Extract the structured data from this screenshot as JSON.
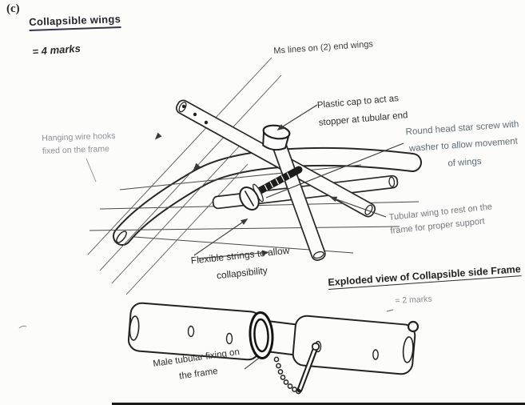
{
  "page": {
    "section_marker": "(c)",
    "heading": "Collapsible wings",
    "heading_marks": "= 4 marks"
  },
  "main_diagram": {
    "labels": {
      "ms_lines": "Ms lines on (2) end wings",
      "plastic_cap": "Plastic cap to act as\nstopper at tubular end",
      "round_head_screw": "Round head star screw with\nwasher to allow movement\nof wings",
      "hanging_hooks": "Hanging wire hooks\nfixed on the frame",
      "tubular_wing": "Tubular wing to rest on the\nframe for proper support",
      "flexible_strings": "Flexible strings to allow\ncollapsibility"
    }
  },
  "exploded_diagram": {
    "heading": "Exploded view of Collapsible side Frame",
    "marks": "= 2 marks",
    "labels": {
      "male_fixing": "Male tubular fixing on\nthe frame"
    }
  },
  "colors": {
    "ink": "#272727",
    "faded_ink": "#8f8f9c",
    "paper": "#fcfcfa"
  }
}
